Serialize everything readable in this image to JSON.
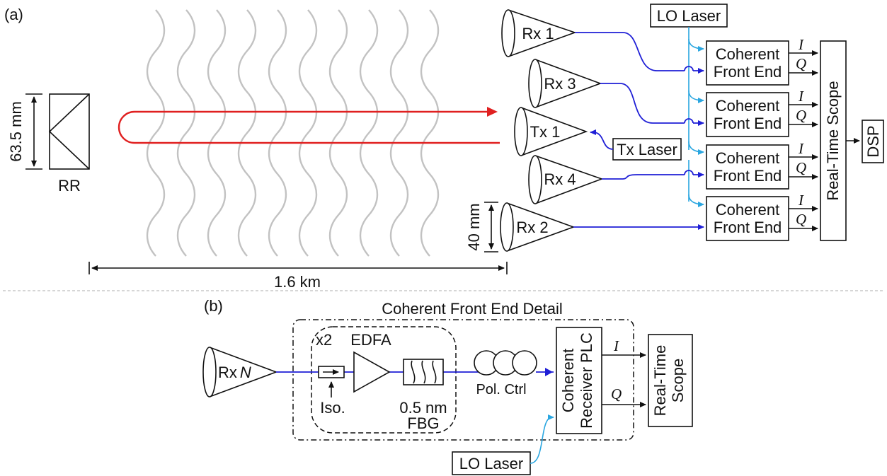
{
  "panel_a": {
    "label": "(a)",
    "rr_label": "RR",
    "rr_size": "63.5 mm",
    "distance": "1.6 km",
    "aperture": "40 mm",
    "rx1": "Rx 1",
    "rx2": "Rx 2",
    "rx3": "Rx 3",
    "rx4": "Rx 4",
    "tx1": "Tx 1",
    "tx_laser": "Tx Laser",
    "lo_laser": "LO Laser",
    "front_end_line1": "Coherent",
    "front_end_line2": "Front End",
    "i": "I",
    "q": "Q",
    "scope": "Real-Time Scope",
    "dsp": "DSP"
  },
  "panel_b": {
    "label": "(b)",
    "title": "Coherent Front End Detail",
    "rx": "Rx",
    "rx_n": "N",
    "x2": "x2",
    "edfa": "EDFA",
    "iso": "Iso.",
    "fbg_bw": "0.5 nm",
    "fbg": "FBG",
    "pol": "Pol. Ctrl",
    "plc_line1": "Coherent",
    "plc_line2": "Receiver PLC",
    "i": "I",
    "q": "Q",
    "scope_line1": "Real-Time",
    "scope_line2": "Scope",
    "lo_laser": "LO Laser"
  },
  "colors": {
    "beam": "#e02020",
    "fiber": "#1f1fd6",
    "lo_fiber": "#2aa6e0",
    "turbulence": "#c2c2c2"
  }
}
